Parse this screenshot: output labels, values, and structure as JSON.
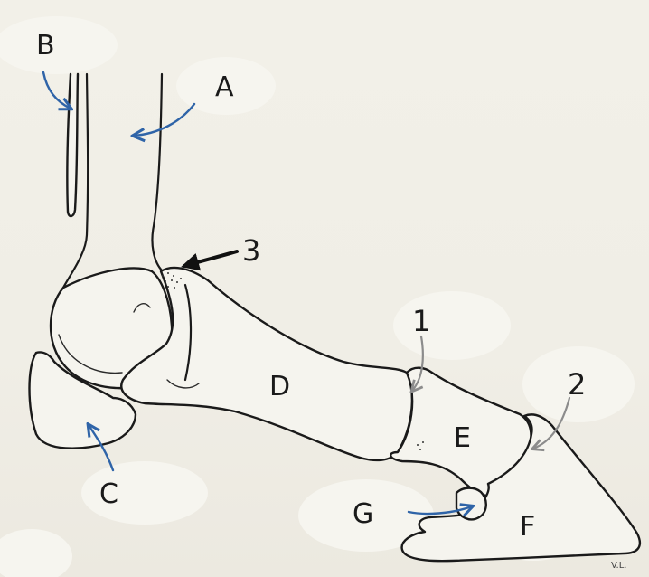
{
  "labels": {
    "A": "A",
    "B": "B",
    "C": "C",
    "D": "D",
    "E": "E",
    "F": "F",
    "G": "G",
    "n1": "1",
    "n2": "2",
    "n3": "3"
  },
  "signature": "V.L.",
  "colors": {
    "bone_outline": "#1a1a1a",
    "blue_arrow": "#2f64a8",
    "grey_arrow": "#8c8c8c",
    "black_arrow": "#111111",
    "background": "#f2f0e8"
  }
}
